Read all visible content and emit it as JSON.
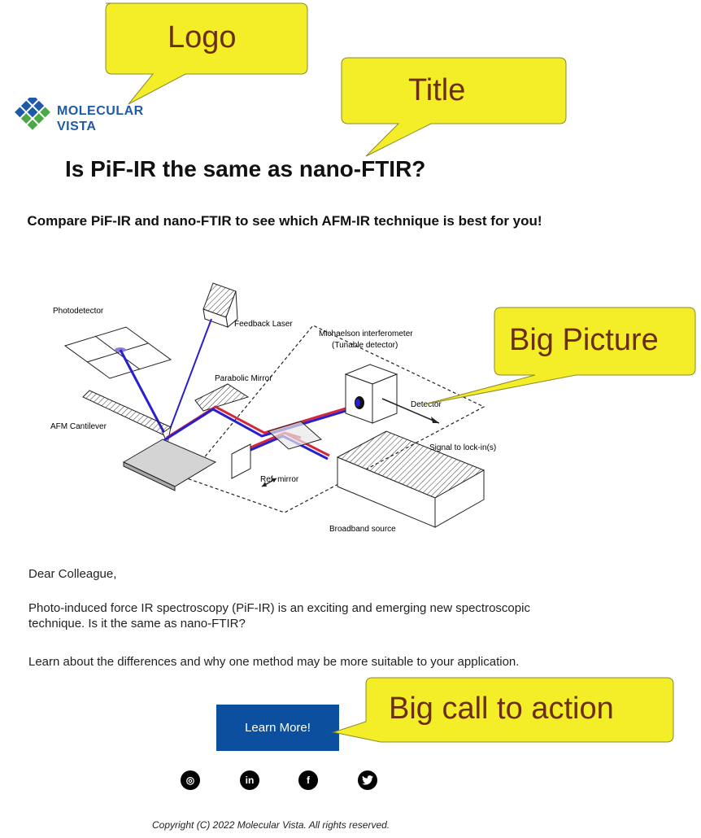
{
  "logo": {
    "line1": "MOLECULAR",
    "line2": "VISTA",
    "color": "#1f5aa8",
    "accent": "#4aa846"
  },
  "title": "Is PiF-IR the same as nano-FTIR?",
  "subtitle": "Compare PiF-IR and nano-FTIR to see which AFM-IR technique is best for you!",
  "figure": {
    "labels": {
      "photodetector": "Photodetector",
      "feedback_laser": "Feedback Laser",
      "interferometer_1": "Michaelson interferometer",
      "interferometer_2": "(Tunable detector)",
      "parabolic_mirror": "Parabolic Mirror",
      "afm_cantilever": "AFM Cantilever",
      "detector": "Detector",
      "signal": "Signal to lock-in(s)",
      "ref_mirror": "Ref. mirror",
      "broadband": "Broadband source"
    }
  },
  "body": {
    "greeting": "Dear Colleague,",
    "para1": "Photo-induced force IR spectroscopy (PiF-IR) is an exciting and emerging new spectroscopic technique. Is it the same as nano-FTIR?",
    "para2": "Learn about the differences and why one method may be more suitable to your application."
  },
  "cta": {
    "label": "Learn More!",
    "color": "#0b4f9e"
  },
  "social": [
    {
      "name": "instagram",
      "glyph": "◎"
    },
    {
      "name": "linkedin",
      "glyph": "in"
    },
    {
      "name": "facebook",
      "glyph": "f"
    },
    {
      "name": "twitter",
      "glyph": "🐦"
    }
  ],
  "copyright": "Copyright (C) 2022 Molecular Vista. All rights reserved.",
  "callouts": {
    "logo": "Logo",
    "title": "Title",
    "picture": "Big Picture",
    "cta": "Big call to action",
    "fill": "#f3ee28",
    "text_color": "#6b2e12"
  }
}
